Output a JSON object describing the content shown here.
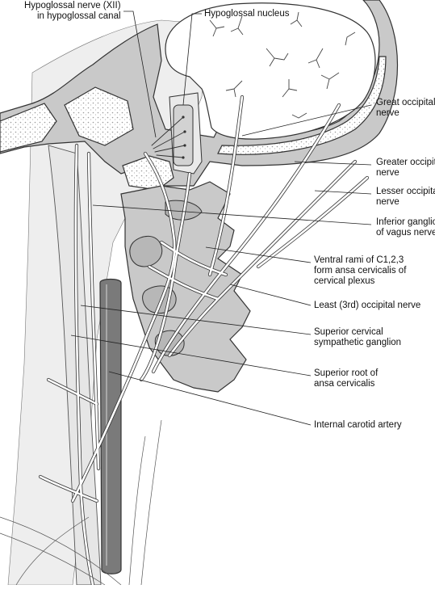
{
  "labels": {
    "hypoglossal_nerve": [
      "Hypoglossal nerve (XII)",
      "in hypoglossal canal"
    ],
    "hypoglossal_nucleus": [
      "Hypoglossal nucleus"
    ],
    "great_occipital": [
      "Great occipital",
      "nerve"
    ],
    "greater_occipital": [
      "Greater occipital",
      "nerve"
    ],
    "lesser_occipital": [
      "Lesser occipital",
      "nerve"
    ],
    "inferior_ganglion": [
      "Inferior ganglion",
      "of vagus nerve"
    ],
    "ventral_rami": [
      "Ventral rami of C1,2,3",
      "form ansa cervicalis of",
      "cervical plexus"
    ],
    "least_occipital": [
      "Least (3rd) occipital nerve"
    ],
    "superior_cervical": [
      "Superior cervical",
      "sympathetic ganglion"
    ],
    "superior_root": [
      "Superior root of",
      "ansa cervicalis"
    ],
    "internal_carotid": [
      "Internal carotid artery"
    ]
  },
  "colors": {
    "bone": "#c9c9c9",
    "bone_dark": "#a6a6a6",
    "brain": "#ffffff",
    "nerve": "#ffffff",
    "outline": "#333333",
    "artery": "#7a7a7a",
    "vessel_light": "#e6e6e6",
    "leader": "#222222"
  },
  "icons": [
    "anatomical-illustration"
  ]
}
